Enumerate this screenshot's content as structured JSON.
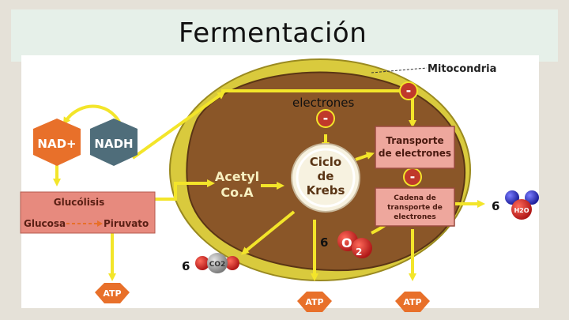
{
  "title": "Fermentación",
  "labels": {
    "mitocondria": "Mitocondria",
    "electrones": "electrones",
    "nad": "NAD+",
    "nadh": "NADH",
    "glucolisis": "Glucólisis",
    "glucosa": "Glucosa",
    "piruvato": "Piruvato",
    "acetyl": "Acetyl",
    "coa": "Co.A",
    "ciclo": "Ciclo",
    "de": "de",
    "krebs": "Krebs",
    "transporte1": "Transporte",
    "transporte2": "de electrones",
    "cadena1": "Cadena de",
    "cadena2": "transporte de",
    "cadena3": "electrones",
    "atp": "ATP",
    "minus": "-",
    "six": "6",
    "co2": "CO2",
    "o2": "O",
    "o2sub": "2",
    "h2o": "H2O"
  },
  "colors": {
    "mito_outer": "#d7c93b",
    "mito_inner": "#8b5a2b",
    "arrow": "#f3e52a",
    "nad": "#e8702a",
    "nadh": "#4f6d7a",
    "glycolysis_box": "#e78a7e",
    "atp": "#e8702a",
    "minus_badge": "#c0392b",
    "transport_box": "#eea79d"
  }
}
